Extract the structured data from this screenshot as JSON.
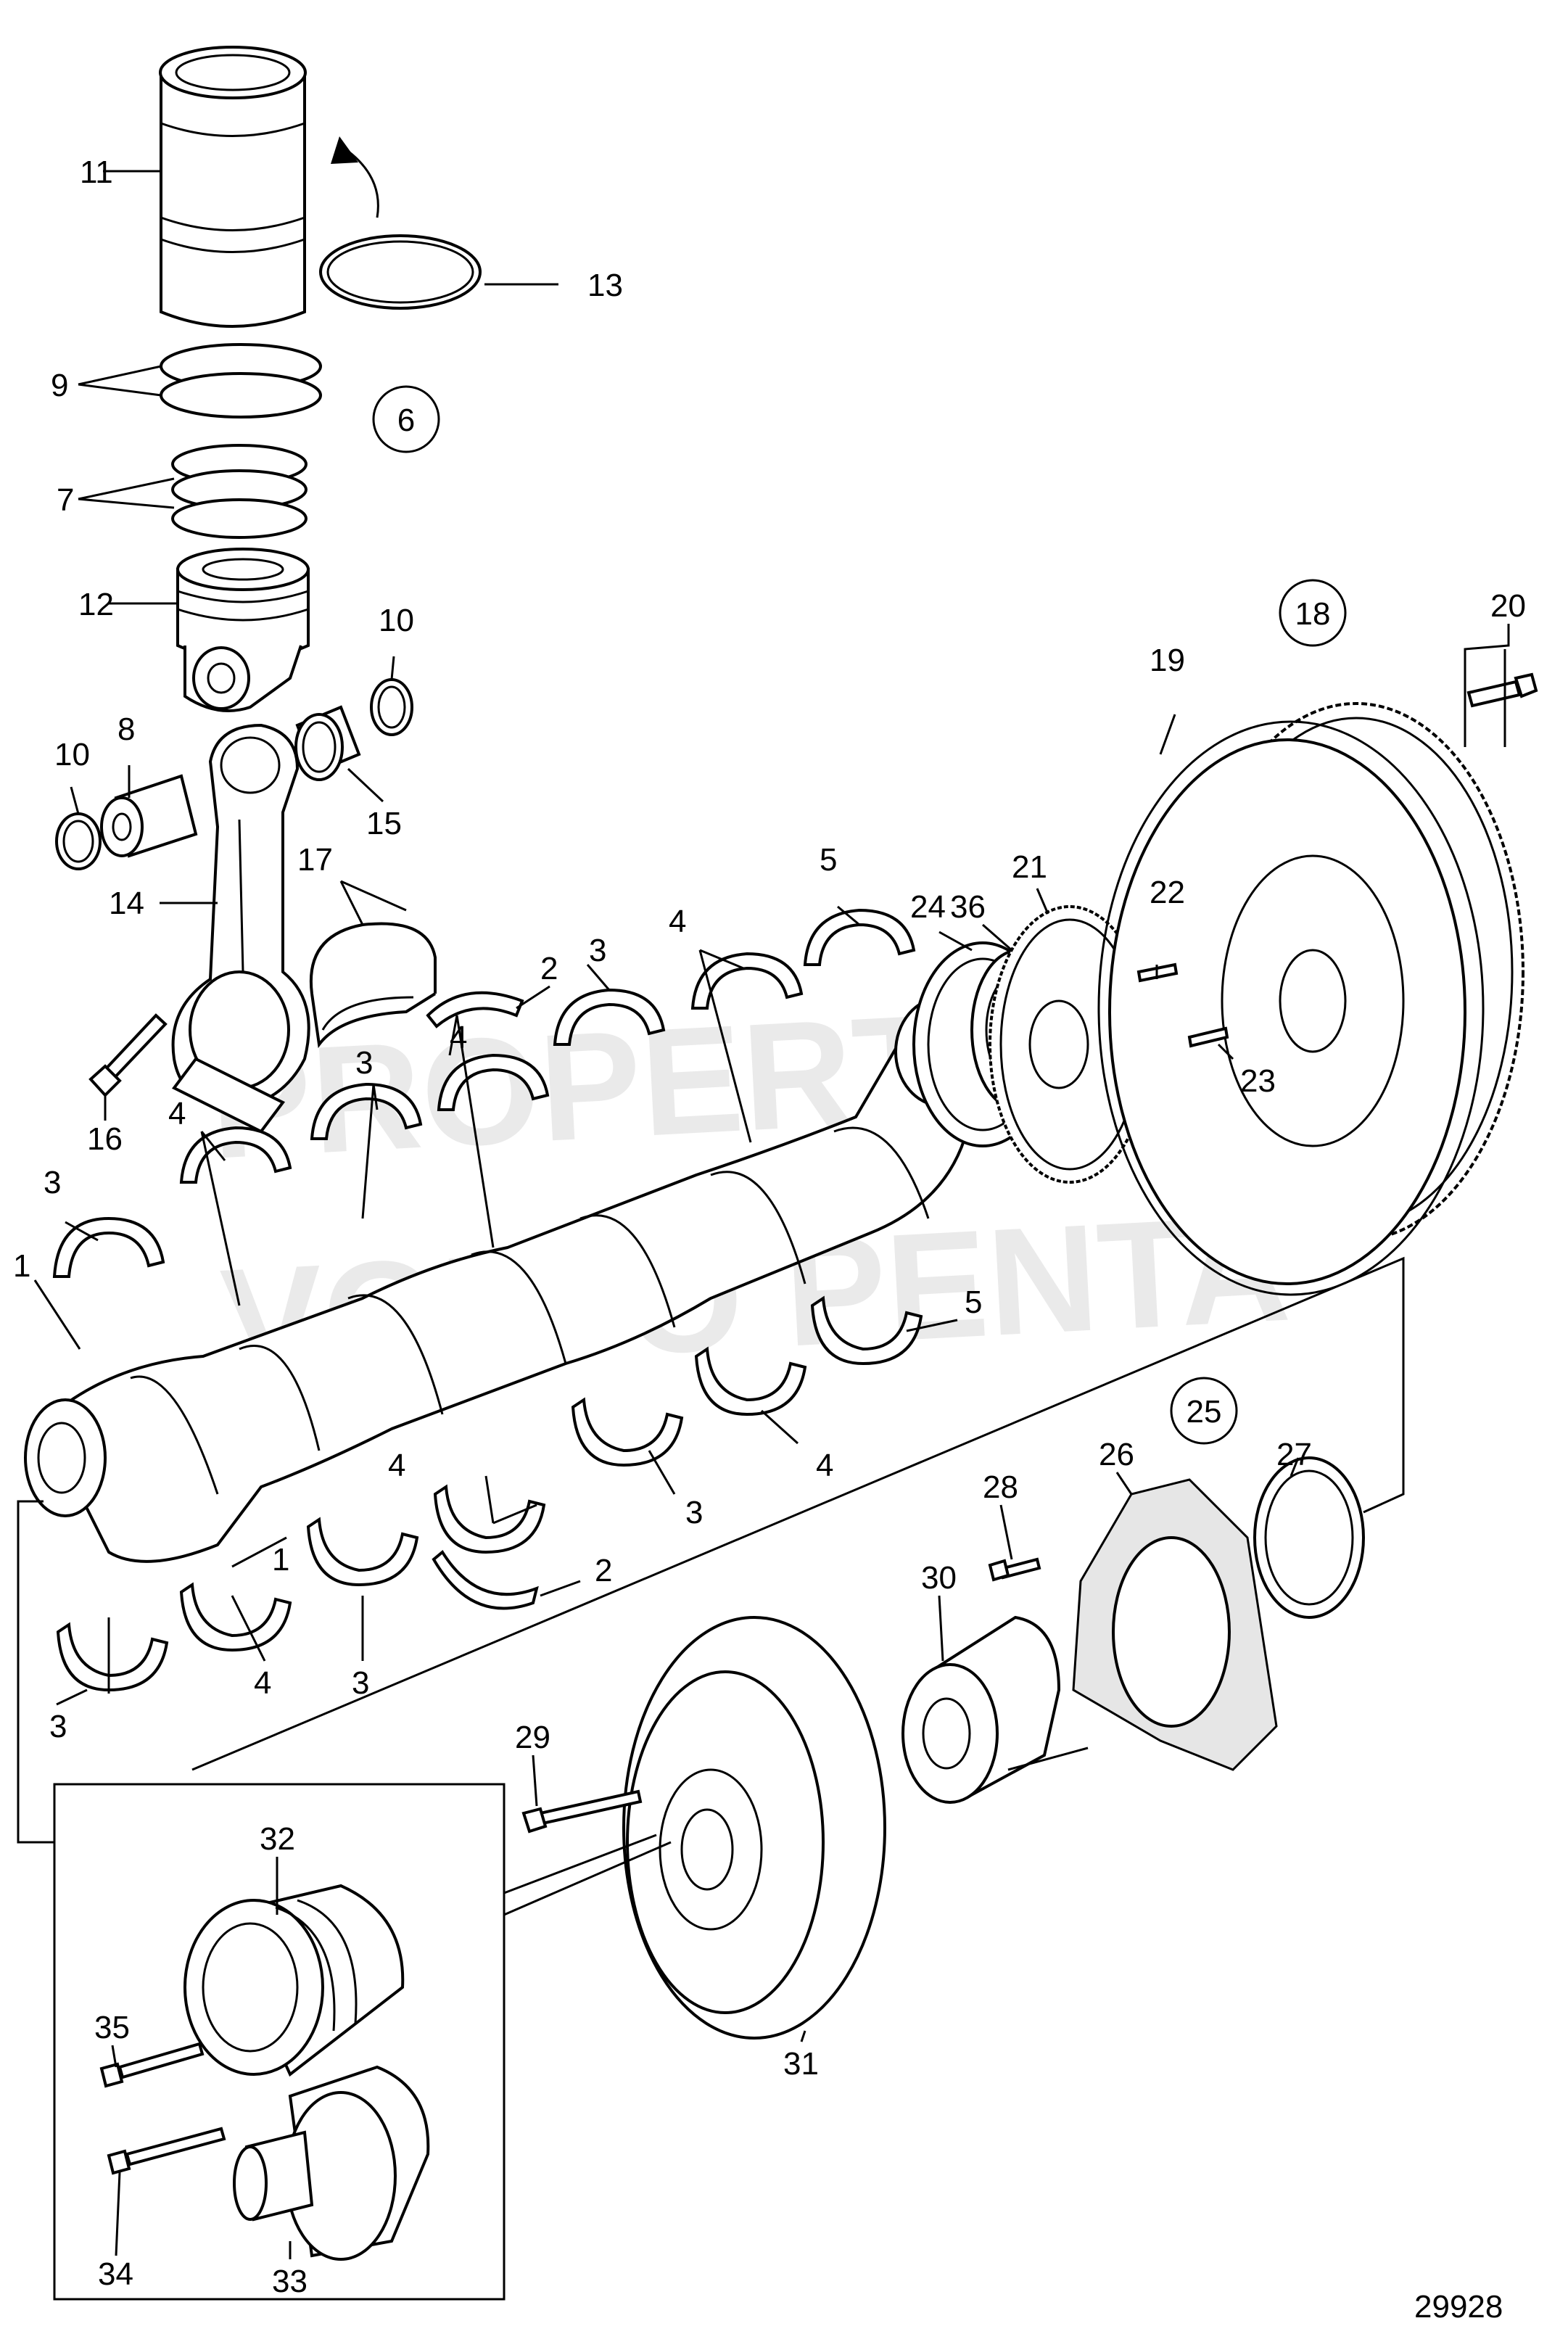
{
  "watermark": {
    "line1": "PROPERTY OF",
    "line2": "VOLVO PENTA"
  },
  "drawing_number": "29928",
  "group_labels": {
    "g6": "6",
    "g18": "18",
    "g25": "25"
  },
  "labels": {
    "p1": "1",
    "p1b": "1",
    "p2": "2",
    "p2b": "2",
    "p3a": "3",
    "p3b": "3",
    "p3c": "3",
    "p3d": "3",
    "p3e": "3",
    "p3f": "3",
    "p4a": "4",
    "p4b": "4",
    "p4c": "4",
    "p4d": "4",
    "p4e": "4",
    "p4f": "4",
    "p5a": "5",
    "p5b": "5",
    "p7": "7",
    "p8": "8",
    "p9": "9",
    "p10a": "10",
    "p10b": "10",
    "p11": "11",
    "p12": "12",
    "p13": "13",
    "p14": "14",
    "p15": "15",
    "p16": "16",
    "p17": "17",
    "p19": "19",
    "p20": "20",
    "p21": "21",
    "p22": "22",
    "p23": "23",
    "p24": "24",
    "p26": "26",
    "p27": "27",
    "p28": "28",
    "p29": "29",
    "p30": "30",
    "p31": "31",
    "p32": "32",
    "p33": "33",
    "p34": "34",
    "p35": "35",
    "p36": "36"
  }
}
